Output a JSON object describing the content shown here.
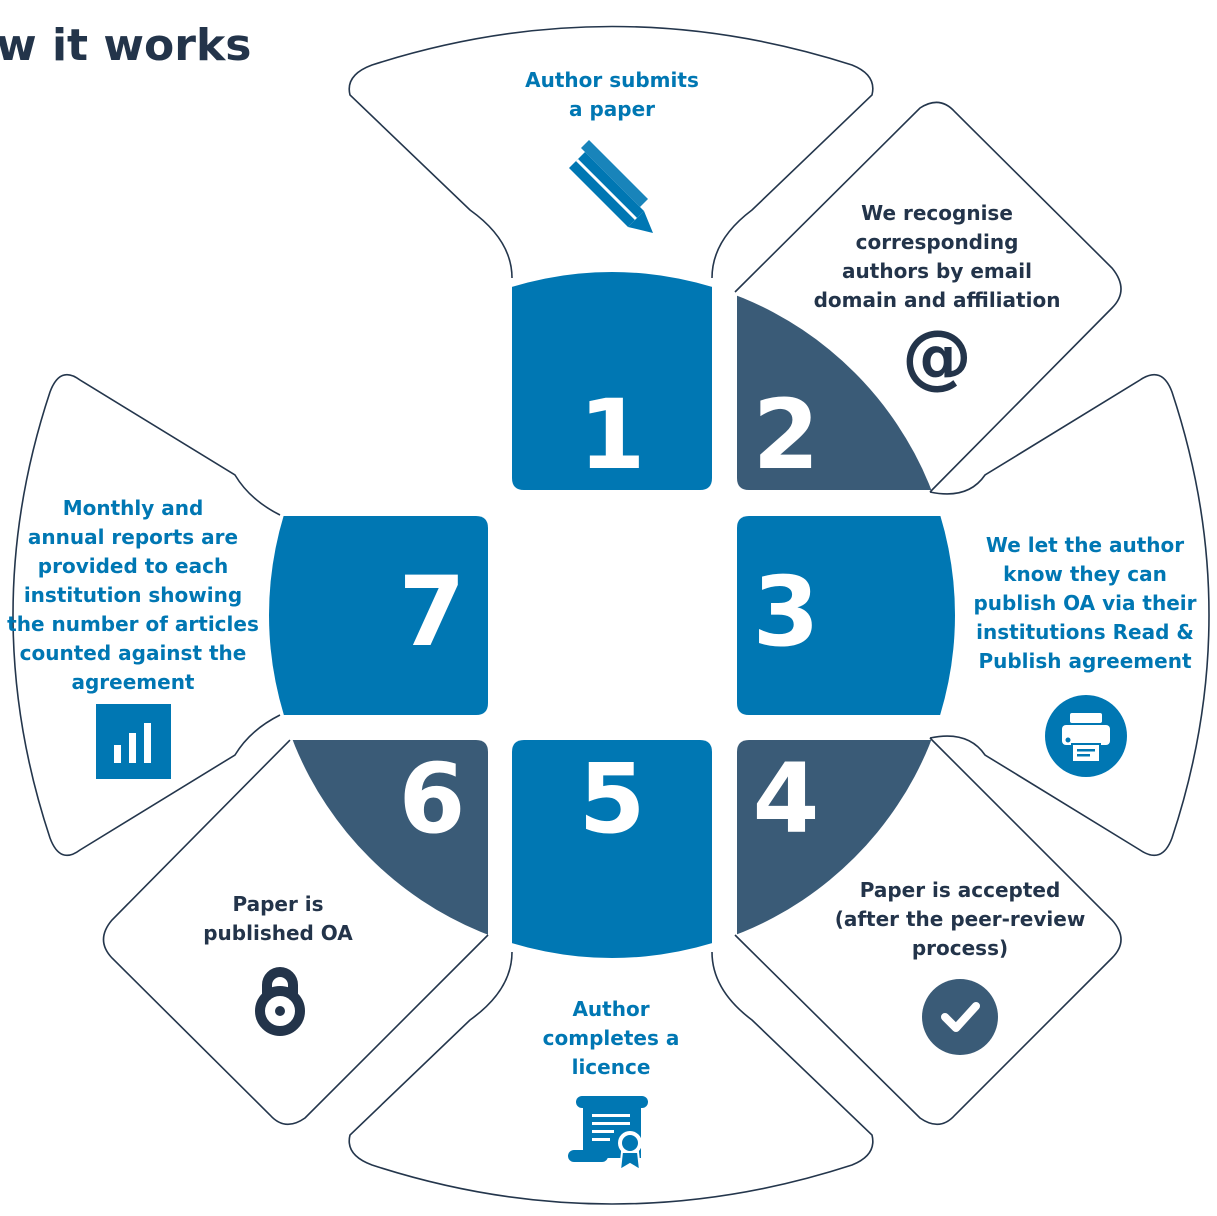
{
  "title": "w it works",
  "colors": {
    "blue": "#0077b3",
    "dark": "#3a5b77",
    "outline": "#24364c",
    "text_dark": "#23344a"
  },
  "steps": [
    {
      "number": "1",
      "lines": [
        "Author submits",
        "a paper"
      ],
      "icon": "pencil-icon"
    },
    {
      "number": "2",
      "lines": [
        "We recognise",
        "corresponding",
        "authors by email",
        "domain and affiliation"
      ],
      "icon": "at-sign-icon"
    },
    {
      "number": "3",
      "lines": [
        "We let the author",
        "know they can",
        "publish OA via their",
        "institutions Read &",
        "Publish agreement"
      ],
      "icon": "printer-icon"
    },
    {
      "number": "4",
      "lines": [
        "Paper is accepted",
        "(after the peer-review",
        "process)"
      ],
      "icon": "checkmark-icon"
    },
    {
      "number": "5",
      "lines": [
        "Author",
        "completes a",
        "licence"
      ],
      "icon": "certificate-icon"
    },
    {
      "number": "6",
      "lines": [
        "Paper is",
        "published OA"
      ],
      "icon": "open-access-lock-icon"
    },
    {
      "number": "7",
      "lines": [
        "Monthly and",
        "annual reports are",
        "provided to each",
        "institution showing",
        "the number of articles",
        "counted against the",
        "agreement"
      ],
      "icon": "bar-chart-icon"
    }
  ]
}
